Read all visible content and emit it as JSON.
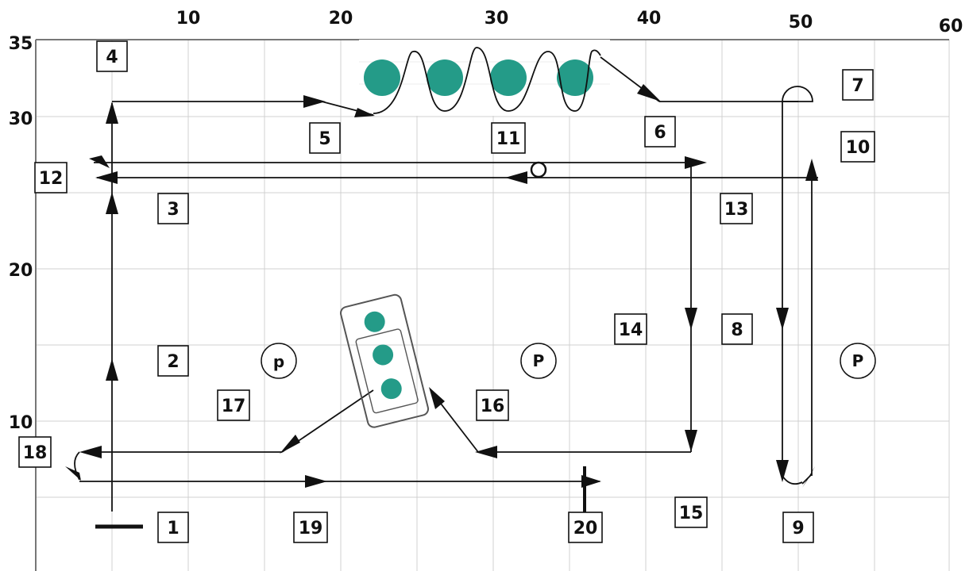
{
  "axis": {
    "x_ticks": [
      "10",
      "20",
      "30",
      "40",
      "50",
      "60"
    ],
    "y_ticks": [
      "35",
      "30",
      "20",
      "10"
    ]
  },
  "stations": [
    {
      "num": "1"
    },
    {
      "num": "2"
    },
    {
      "num": "3"
    },
    {
      "num": "4"
    },
    {
      "num": "5"
    },
    {
      "num": "6"
    },
    {
      "num": "7"
    },
    {
      "num": "8"
    },
    {
      "num": "9"
    },
    {
      "num": "10"
    },
    {
      "num": "11"
    },
    {
      "num": "12"
    },
    {
      "num": "13"
    },
    {
      "num": "14"
    },
    {
      "num": "15"
    },
    {
      "num": "16"
    },
    {
      "num": "17"
    },
    {
      "num": "18"
    },
    {
      "num": "19"
    },
    {
      "num": "20"
    }
  ],
  "markers": [
    {
      "label": "p"
    },
    {
      "label": "P"
    },
    {
      "label": "P"
    }
  ],
  "colors": {
    "cone": "#249b88",
    "grid": "#d0d0d0",
    "line": "#111111"
  }
}
